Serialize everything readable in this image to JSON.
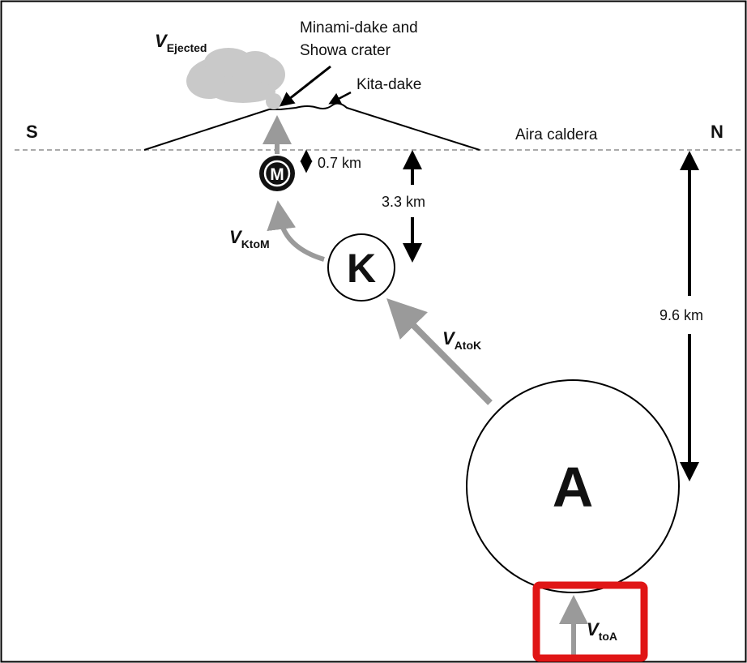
{
  "title": "",
  "labels": {
    "south": "S",
    "north": "N",
    "caldera": "Aira caldera",
    "crater_line1": "Minami-dake and",
    "crater_line2": "Showa crater",
    "kita_dake": "Kita-dake",
    "m_reservoir": "M",
    "k_reservoir": "K",
    "a_reservoir": "A",
    "depth_m": "0.7 km",
    "depth_k": "3.3 km",
    "depth_a": "9.6 km"
  },
  "flows": {
    "ejected": {
      "v": "V",
      "sub": "Ejected"
    },
    "k_to_m": {
      "v": "V",
      "sub": "KtoM"
    },
    "a_to_k": {
      "v": "V",
      "sub": "AtoK"
    },
    "to_a": {
      "v": "V",
      "sub": "toA"
    }
  },
  "colors": {
    "flow_arrow": "#9a9a9a",
    "depth_arrow": "#000000",
    "plume": "#c9c9c9",
    "highlight_box": "#e01515",
    "sea_level_line": "#aaaaaa"
  }
}
